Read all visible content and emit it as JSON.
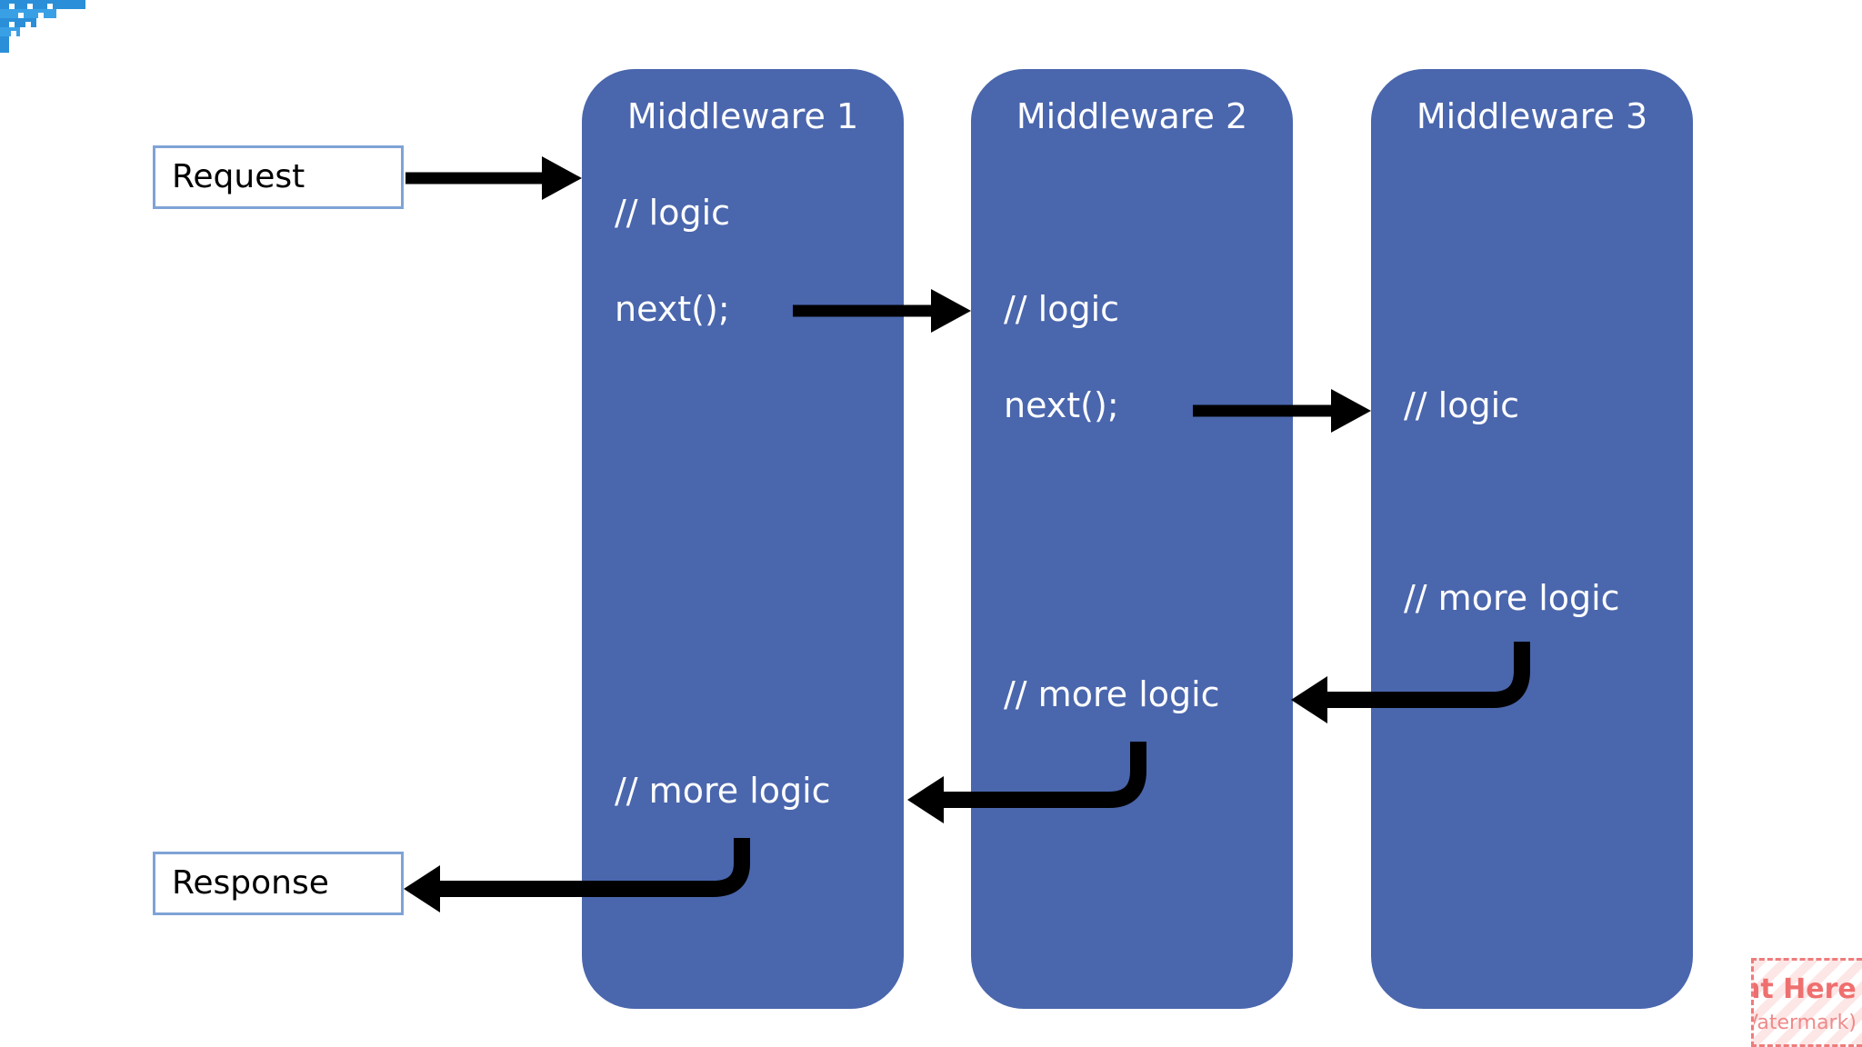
{
  "request_label": "Request",
  "response_label": "Response",
  "middlewares": [
    {
      "title": "Middleware 1",
      "logic": "// logic",
      "next": "next();",
      "more_logic": "// more logic"
    },
    {
      "title": "Middleware 2",
      "logic": "// logic",
      "next": "next();",
      "more_logic": "// more logic"
    },
    {
      "title": "Middleware 3",
      "logic": "// logic",
      "more_logic": "// more logic"
    }
  ],
  "watermark": {
    "line1": "nt Here",
    "line2": "Vatermark)"
  },
  "colors": {
    "column_fill": "#4a66ad",
    "box_border": "#7fa3d6",
    "arrow": "#000000",
    "watermark": "#ef6f6f"
  }
}
